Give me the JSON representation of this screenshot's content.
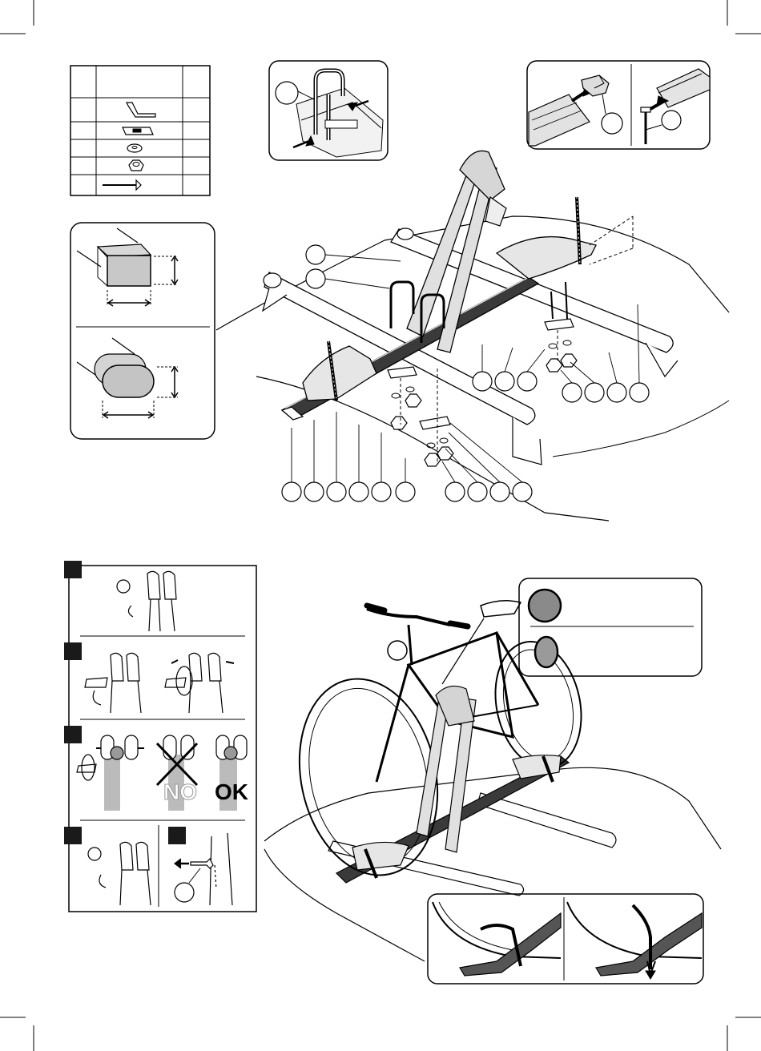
{
  "parts_table": {
    "columns": [
      "",
      "",
      ""
    ],
    "rows": [
      {
        "icon": "u-bolt-icon"
      },
      {
        "icon": "plate-icon"
      },
      {
        "icon": "washer-icon"
      },
      {
        "icon": "knob-nut-icon"
      },
      {
        "icon": "t-bolt-icon"
      }
    ]
  },
  "bar_profiles": [
    {
      "name": "square-bar-profile"
    },
    {
      "name": "aero-bar-profile"
    }
  ],
  "color_legend": {
    "colors": [
      "#8a8a8a",
      "#9a9a9a"
    ]
  },
  "step_panel": {
    "ok_label": "OK",
    "no_label": "NO"
  }
}
